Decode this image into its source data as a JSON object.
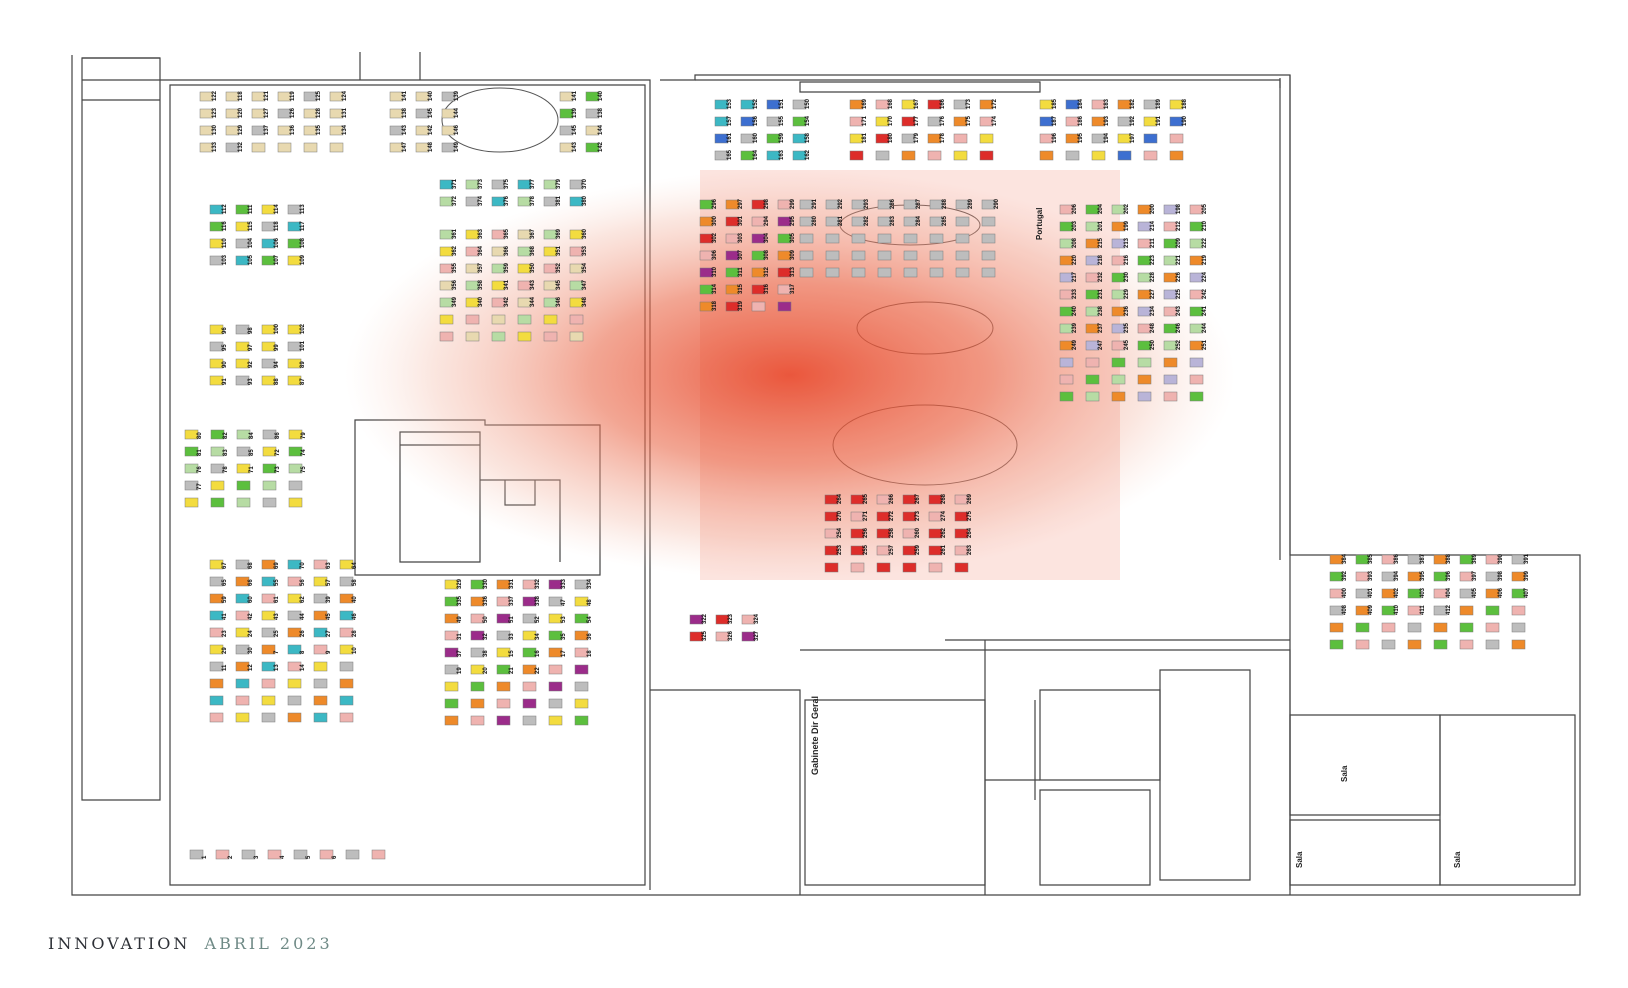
{
  "footer": {
    "brand": "INNOVATION",
    "date": "ABRIL 2023"
  },
  "colors": {
    "heatmap": "#e8472b",
    "tan": "#e8d9b0",
    "yellow": "#f3dc3f",
    "teal": "#3cb8c4",
    "green": "#5cbf3e",
    "lightgreen": "#b7dca4",
    "orange": "#ee8a2a",
    "red": "#dd2d2a",
    "pink": "#efb3b0",
    "purple": "#9b2c8a",
    "blue": "#3d6fd0",
    "gray": "#bdbdbd",
    "lavender": "#b9b4d8"
  },
  "labels": {
    "gabinete": "Gabinete Dir Geral",
    "portugal": "Portugal",
    "sala1": "Sala",
    "sala2": "Sala",
    "sala3": "Sala"
  },
  "desk_numbers": {
    "a": [
      "122",
      "118",
      "121",
      "119",
      "125",
      "124",
      "123",
      "120",
      "127",
      "126",
      "128",
      "131",
      "130",
      "129",
      "137",
      "136",
      "135",
      "134",
      "133",
      "132"
    ],
    "b": [
      "141",
      "140",
      "139",
      "138",
      "145",
      "144",
      "143",
      "142",
      "146",
      "147",
      "148",
      "149"
    ],
    "c": [
      "153",
      "152",
      "151",
      "150",
      "157",
      "156",
      "155",
      "154",
      "161",
      "160",
      "159",
      "158",
      "165",
      "164",
      "163",
      "162"
    ],
    "d": [
      "169",
      "168",
      "167",
      "166",
      "173",
      "172",
      "171",
      "170",
      "177",
      "176",
      "175",
      "174",
      "181",
      "180",
      "179",
      "178"
    ],
    "e": [
      "185",
      "184",
      "183",
      "182",
      "189",
      "188",
      "187",
      "186",
      "193",
      "192",
      "191",
      "190",
      "196",
      "195",
      "194",
      "197"
    ],
    "f": [
      "112",
      "111",
      "114",
      "113",
      "116",
      "115",
      "118",
      "117",
      "110",
      "104",
      "106",
      "108",
      "103",
      "105",
      "107",
      "109"
    ],
    "g": [
      "96",
      "98",
      "100",
      "102",
      "95",
      "97",
      "99",
      "101",
      "90",
      "92",
      "94",
      "89",
      "91",
      "93",
      "88",
      "87"
    ],
    "h": [
      "80",
      "82",
      "84",
      "86",
      "79",
      "81",
      "83",
      "85",
      "72",
      "74",
      "76",
      "78",
      "71",
      "73",
      "75",
      "77"
    ],
    "i": [
      "371",
      "373",
      "375",
      "377",
      "379",
      "370",
      "372",
      "374",
      "376",
      "378",
      "381",
      "380",
      "382"
    ],
    "j": [
      "361",
      "363",
      "365",
      "367",
      "369",
      "360",
      "362",
      "364",
      "366",
      "368",
      "351",
      "353",
      "355",
      "357",
      "359",
      "350",
      "352",
      "354",
      "356",
      "358",
      "341",
      "343",
      "345",
      "347",
      "349",
      "340",
      "342",
      "344",
      "346",
      "348"
    ],
    "k": [
      "296",
      "297",
      "298",
      "299",
      "300",
      "301",
      "294",
      "295",
      "302",
      "303",
      "304",
      "305",
      "306",
      "307",
      "308",
      "309",
      "310",
      "311",
      "312",
      "313",
      "314",
      "315",
      "316",
      "317",
      "318",
      "319"
    ],
    "l": [
      "291",
      "292",
      "293",
      "286",
      "287",
      "288",
      "289",
      "290",
      "280",
      "281",
      "282",
      "283",
      "284",
      "285"
    ],
    "m": [
      "264",
      "265",
      "266",
      "267",
      "268",
      "269",
      "270",
      "271",
      "272",
      "273",
      "274",
      "275",
      "254",
      "256",
      "258",
      "260",
      "262",
      "264",
      "253",
      "255",
      "257",
      "259",
      "261",
      "263"
    ],
    "n": [
      "206",
      "204",
      "202",
      "200",
      "198",
      "205",
      "203",
      "201",
      "199",
      "214",
      "212",
      "210",
      "208",
      "215",
      "213",
      "211",
      "209",
      "222",
      "220",
      "218",
      "216",
      "223",
      "221",
      "219",
      "217",
      "232",
      "230",
      "228",
      "226",
      "224",
      "233",
      "231",
      "229",
      "227",
      "225",
      "242",
      "240",
      "238",
      "236",
      "234",
      "243",
      "241",
      "239",
      "237",
      "235",
      "248",
      "246",
      "244",
      "249",
      "247",
      "245",
      "250",
      "252",
      "251"
    ],
    "o": [
      "67",
      "68",
      "69",
      "70",
      "63",
      "64",
      "65",
      "66",
      "55",
      "56",
      "57",
      "58",
      "59",
      "60",
      "61",
      "62",
      "39",
      "40",
      "41",
      "42",
      "43",
      "44",
      "45",
      "46",
      "23",
      "24",
      "25",
      "26",
      "27",
      "28",
      "29",
      "30",
      "7",
      "8",
      "9",
      "10",
      "11",
      "12",
      "13",
      "14"
    ],
    "p": [
      "329",
      "330",
      "331",
      "332",
      "333",
      "334",
      "335",
      "336",
      "337",
      "338",
      "47",
      "48",
      "49",
      "50",
      "51",
      "52",
      "53",
      "54",
      "31",
      "32",
      "33",
      "34",
      "35",
      "36",
      "37",
      "38",
      "15",
      "16",
      "17",
      "18",
      "19",
      "20",
      "21",
      "22"
    ],
    "q": [
      "322",
      "323",
      "324",
      "325",
      "326",
      "327"
    ],
    "r": [
      "384",
      "385",
      "386",
      "387",
      "388",
      "389",
      "390",
      "391",
      "392",
      "393",
      "394",
      "395",
      "396",
      "397",
      "398",
      "399",
      "400",
      "401",
      "402",
      "403",
      "404",
      "405",
      "406",
      "407",
      "408",
      "409",
      "410",
      "411",
      "412"
    ],
    "s": [
      "1",
      "2",
      "3",
      "4",
      "5",
      "6"
    ]
  }
}
